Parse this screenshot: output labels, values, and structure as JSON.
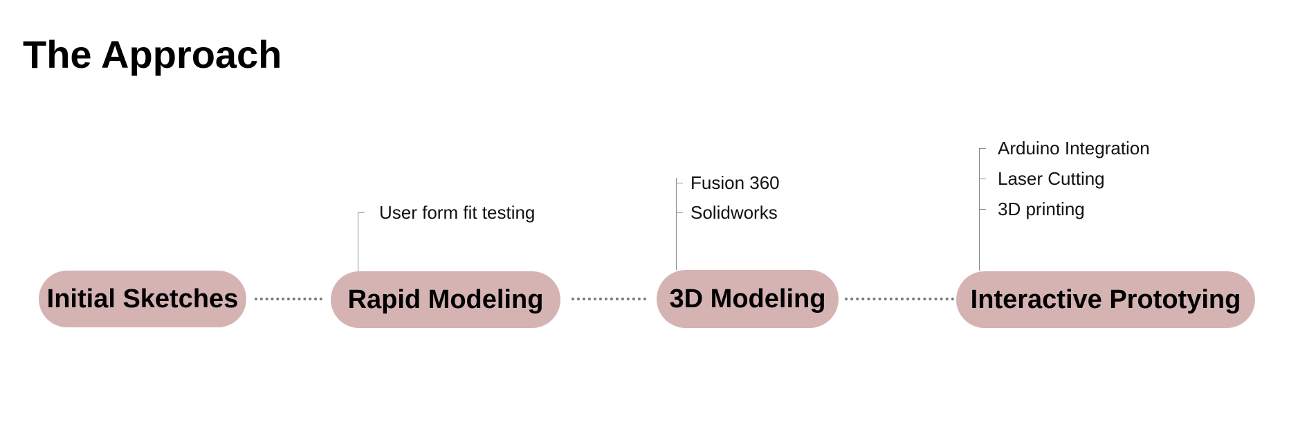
{
  "title": "The Approach",
  "stages": [
    {
      "label": "Initial Sketches",
      "items": []
    },
    {
      "label": "Rapid Modeling",
      "items": [
        "User form fit testing"
      ]
    },
    {
      "label": "3D Modeling",
      "items": [
        "Fusion 360",
        "Solidworks"
      ]
    },
    {
      "label": "Interactive Prototying",
      "items": [
        "Arduino Integration",
        "Laser Cutting",
        "3D printing"
      ]
    }
  ],
  "colors": {
    "pill_fill": "#d6b3b3",
    "connector": "#777777",
    "branch_line": "#8a8a8a"
  }
}
